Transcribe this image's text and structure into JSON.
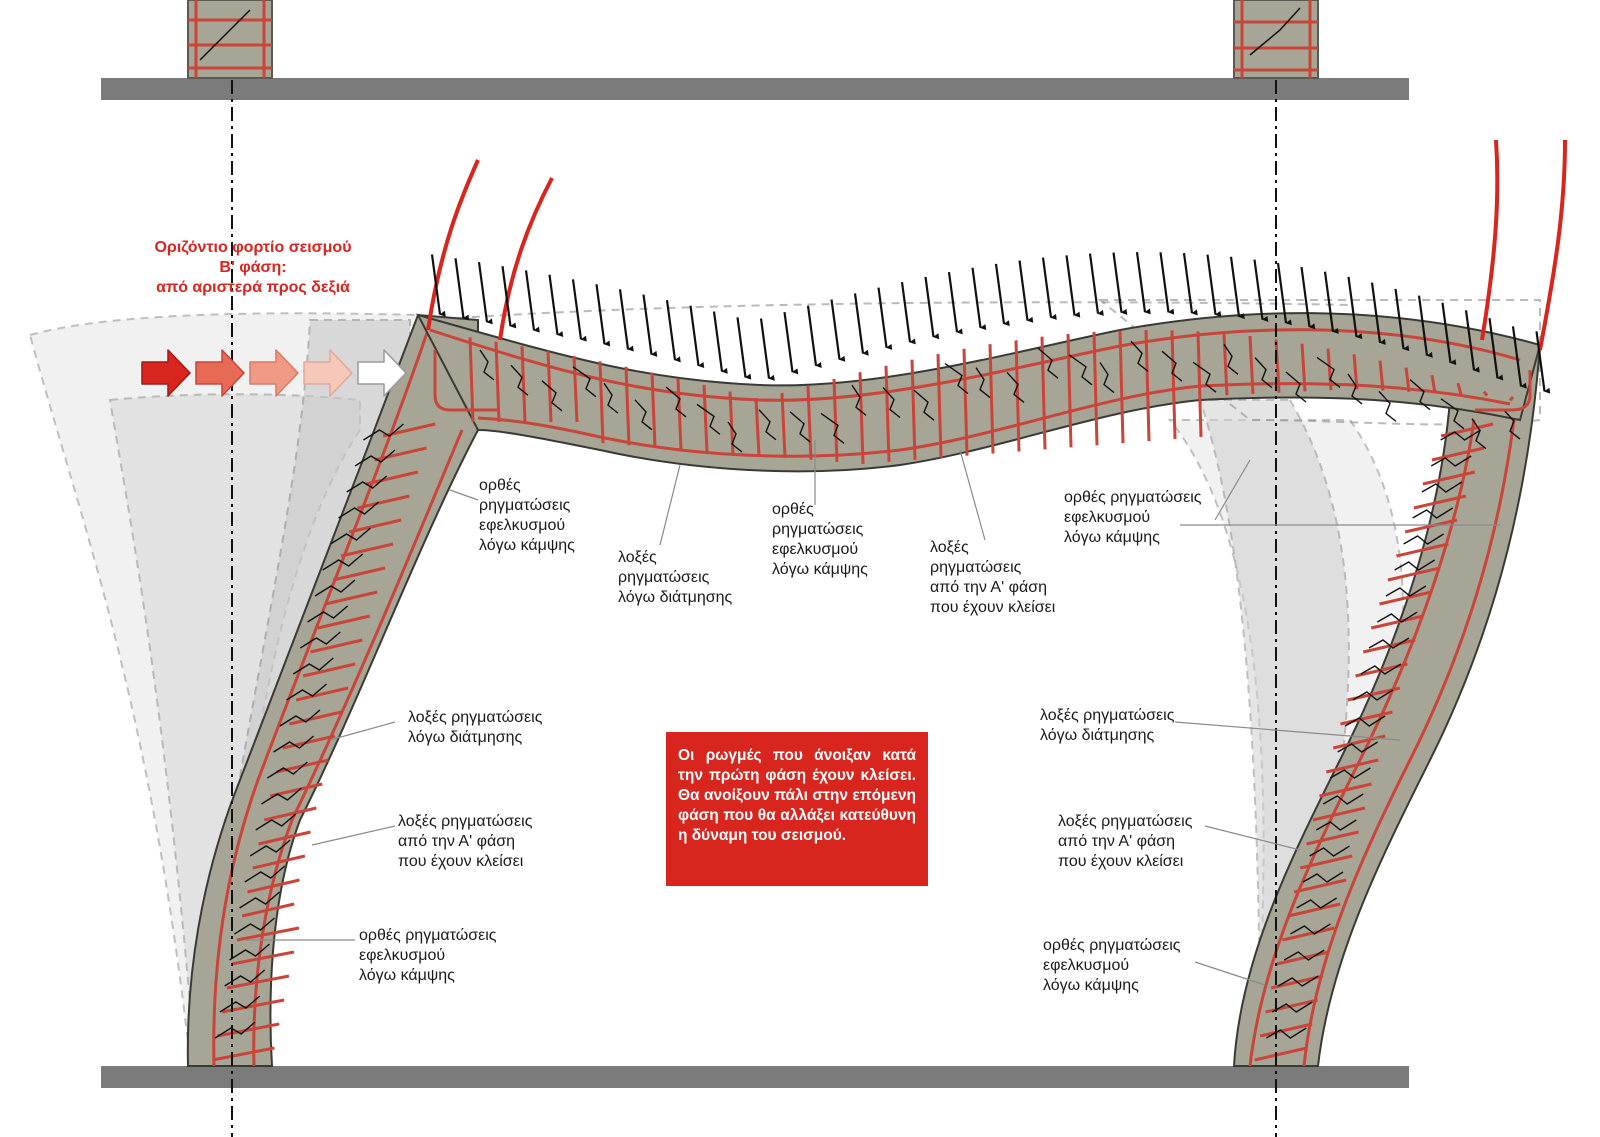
{
  "title": {
    "lines": "Οριζόντιο φορτίο σεισμού\nΒ' φάση:\nαπό αριστερά προς δεξιά"
  },
  "notice": "Οι ρωγμές που άνοιξαν κατά την πρώτη φάση έχουν κλείσει. Θα ανοίξουν πάλι στην επόμενη φάση που θα αλλάξει κατεύθυνη η δύναμη του σεισμού.",
  "labels": {
    "beam_left_flexure": "ορθές\nρηγματώσεις\nεφελκυσμού\nλόγω κάμψης",
    "beam_shear": "λοξές\nρηγματώσεις\nλόγω διάτμησης",
    "beam_mid_flexure": "ορθές\nρηγματώσεις\nεφελκυσμού\nλόγω κάμψης",
    "beam_closed": "λοξές\nρηγματώσεις\nαπό την Α' φάση\nπου έχουν κλείσει",
    "right_top_flexure": "ορθές ρηγματώσεις\nεφελκυσμού\nλόγω κάμψης",
    "left_col_shear": "λοξές ρηγματώσεις\nλόγω διάτμησης",
    "left_col_closed": "λοξές ρηγματώσεις\nαπό την Α' φάση\nπου έχουν κλείσει",
    "left_col_flexure": "ορθές ρηγματώσεις\nεφελκυσμού\nλόγω κάμψης",
    "right_col_shear": "λοξές ρηγματώσεις\nλόγω διάτμησης",
    "right_col_closed": "λοξές ρηγματώσεις\nαπό την Α' φάση\nπου έχουν κλείσει",
    "right_col_flexure": "ορθές ρηγματώσεις\nεφελκυσμού\nλόγω κάμψης"
  },
  "colors": {
    "concrete": "#a7a596",
    "concrete_outline": "#5a5a52",
    "rebar": "#c9453a",
    "crack": "#111111",
    "ground": "#7b7b7b",
    "accent_red": "#d8261f",
    "ghost_fill": "#e6e6e6",
    "ghost_stroke": "#8c8c8c"
  },
  "icons": {
    "load": "down-arrow-icon",
    "force": "right-arrow-icon"
  }
}
